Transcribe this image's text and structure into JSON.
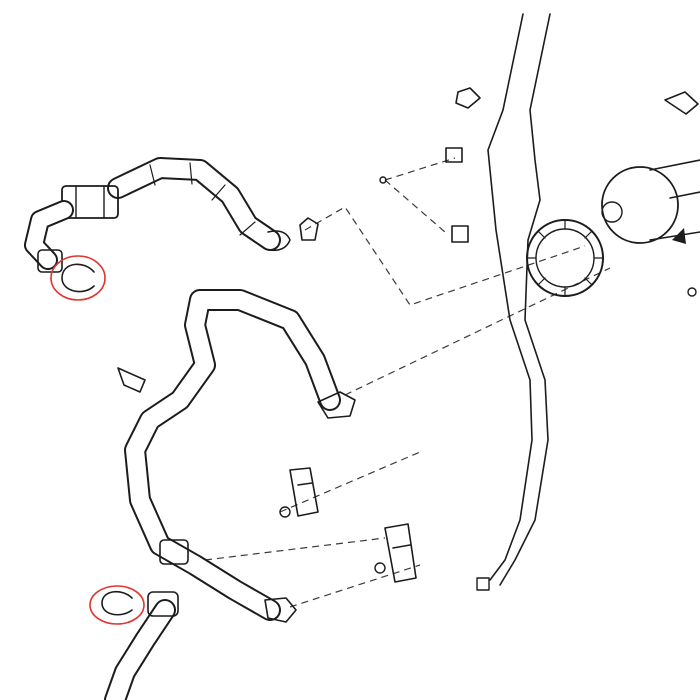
{
  "diagram": {
    "type": "exploded-parts-drawing",
    "colors": {
      "line": "#1c1c1c",
      "background": "#ffffff",
      "highlight": "#e0342c"
    },
    "highlighted_parts": [
      "retaining-clip-upper",
      "retaining-clip-lower"
    ]
  }
}
